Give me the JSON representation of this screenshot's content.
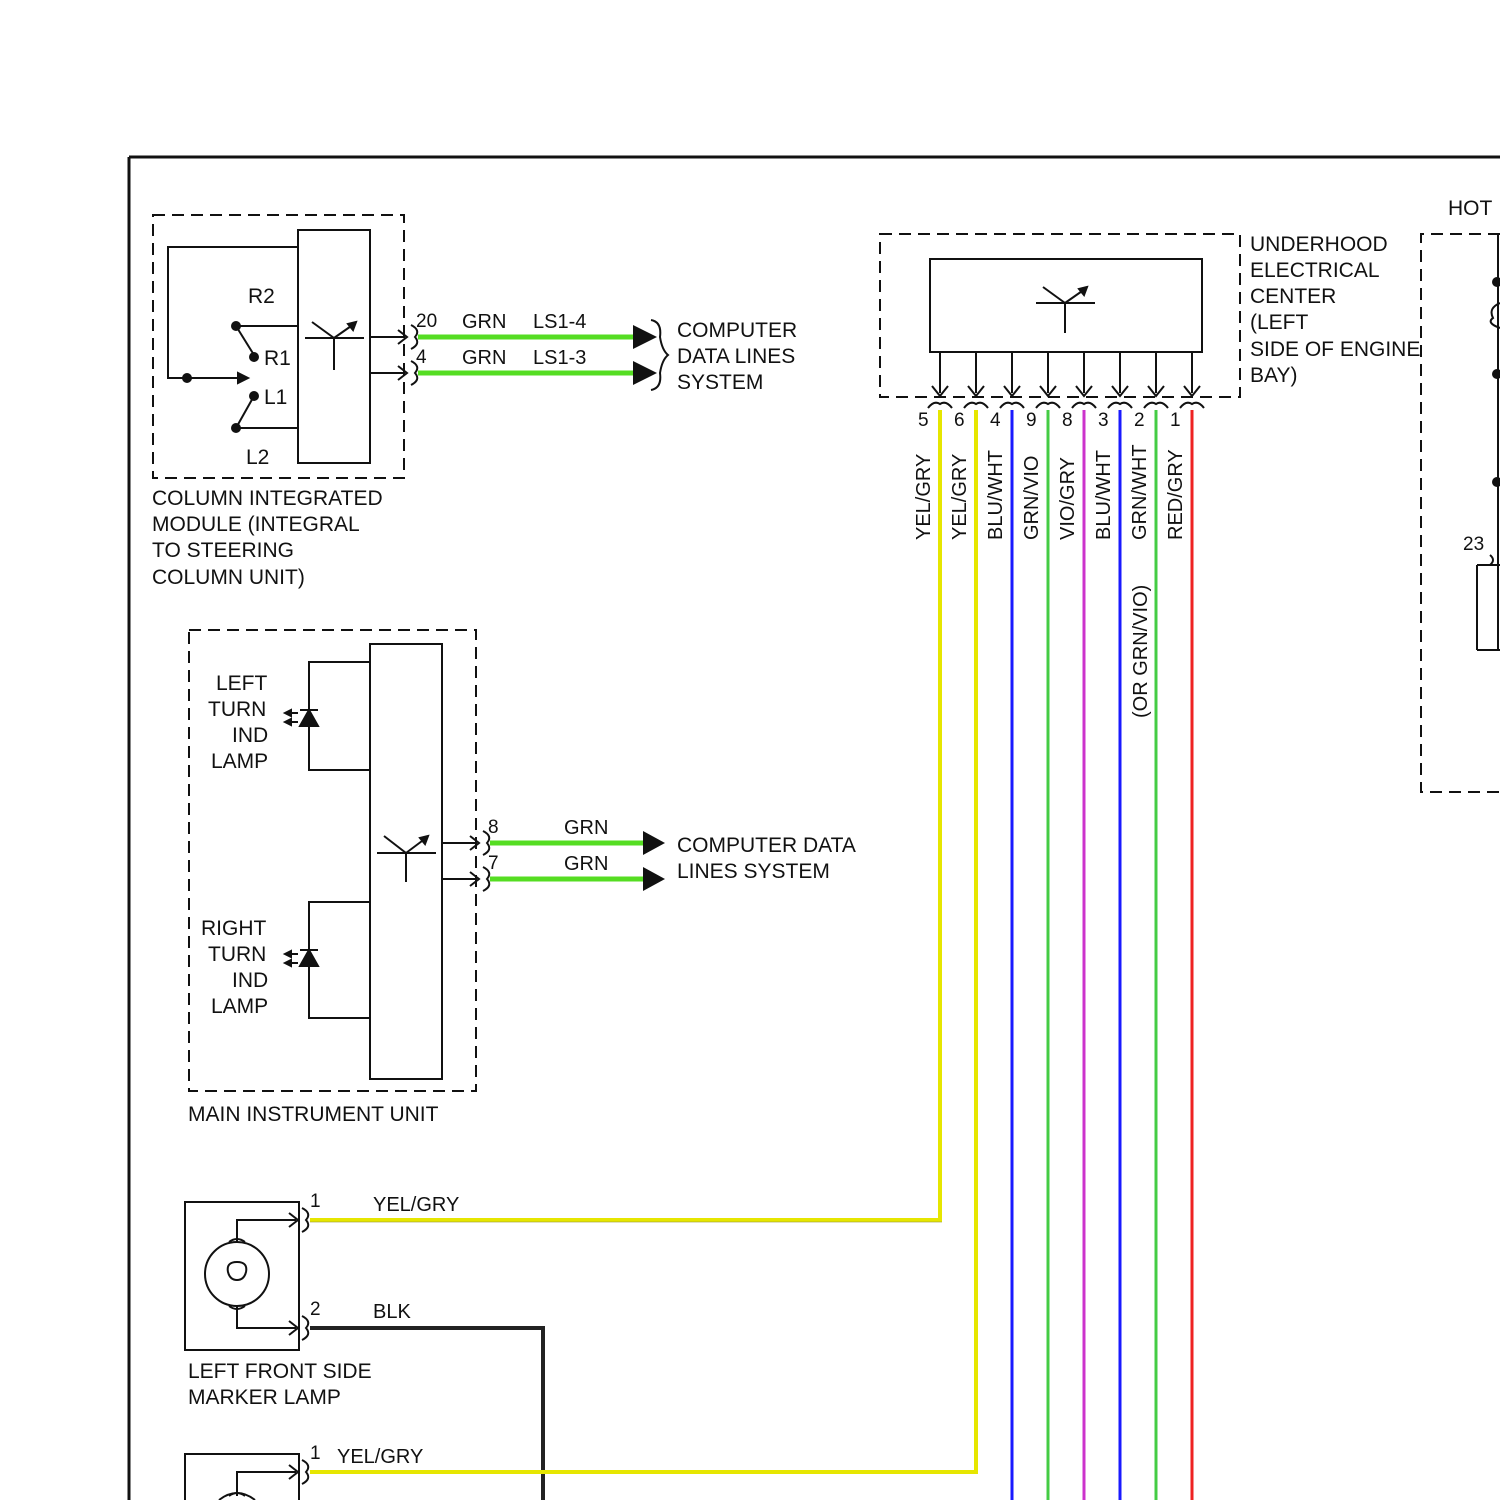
{
  "column_module": {
    "title_lines": [
      "COLUMN INTEGRATED",
      "MODULE (INTEGRAL",
      "TO STEERING",
      "COLUMN UNIT)"
    ],
    "switch_labels": [
      "R2",
      "R1",
      "L1",
      "L2"
    ],
    "pins": [
      "20",
      "4"
    ],
    "wires": [
      {
        "color_label": "GRN",
        "circuit": "LS1-4"
      },
      {
        "color_label": "GRN",
        "circuit": "LS1-3"
      }
    ],
    "destination_lines": [
      "COMPUTER",
      "DATA LINES",
      "SYSTEM"
    ]
  },
  "instrument_unit": {
    "title": "MAIN INSTRUMENT UNIT",
    "left_lamp_lines": [
      "LEFT",
      "TURN",
      "IND",
      "LAMP"
    ],
    "right_lamp_lines": [
      "RIGHT",
      "TURN",
      "IND",
      "LAMP"
    ],
    "pins": [
      "8",
      "7"
    ],
    "wires": [
      {
        "color_label": "GRN"
      },
      {
        "color_label": "GRN"
      }
    ],
    "destination_lines": [
      "COMPUTER DATA",
      "LINES SYSTEM"
    ]
  },
  "underhood_center": {
    "title_lines": [
      "UNDERHOOD",
      "ELECTRICAL",
      "CENTER",
      "(LEFT",
      "SIDE OF ENGINE",
      "BAY)"
    ],
    "pins": [
      "5",
      "6",
      "4",
      "9",
      "8",
      "3",
      "2",
      "1"
    ],
    "wire_labels": [
      "YEL/GRY",
      "YEL/GRY",
      "BLU/WHT",
      "GRN/VIO",
      "VIO/GRY",
      "BLU/WHT",
      "GRN/WHT",
      "RED/GRY"
    ],
    "alt_label": "(OR GRN/VIO)",
    "wire_colors": [
      "#e6e600",
      "#e6e600",
      "#1a1aff",
      "#44cc44",
      "#cc33cc",
      "#1a1aff",
      "#44cc44",
      "#ee2222"
    ]
  },
  "hot_box": {
    "label": "HOT",
    "pin": "23"
  },
  "side_marker": {
    "title_lines": [
      "LEFT FRONT SIDE",
      "MARKER LAMP"
    ],
    "pins": [
      "1",
      "2"
    ],
    "wires": [
      {
        "color_label": "YEL/GRY"
      },
      {
        "color_label": "BLK"
      }
    ]
  },
  "lower_lamp": {
    "pin": "1",
    "wire_label": "YEL/GRY"
  },
  "colors": {
    "grn_data": "#55dd22",
    "yellow": "#e6e600",
    "black": "#222222",
    "line": "#111111"
  }
}
